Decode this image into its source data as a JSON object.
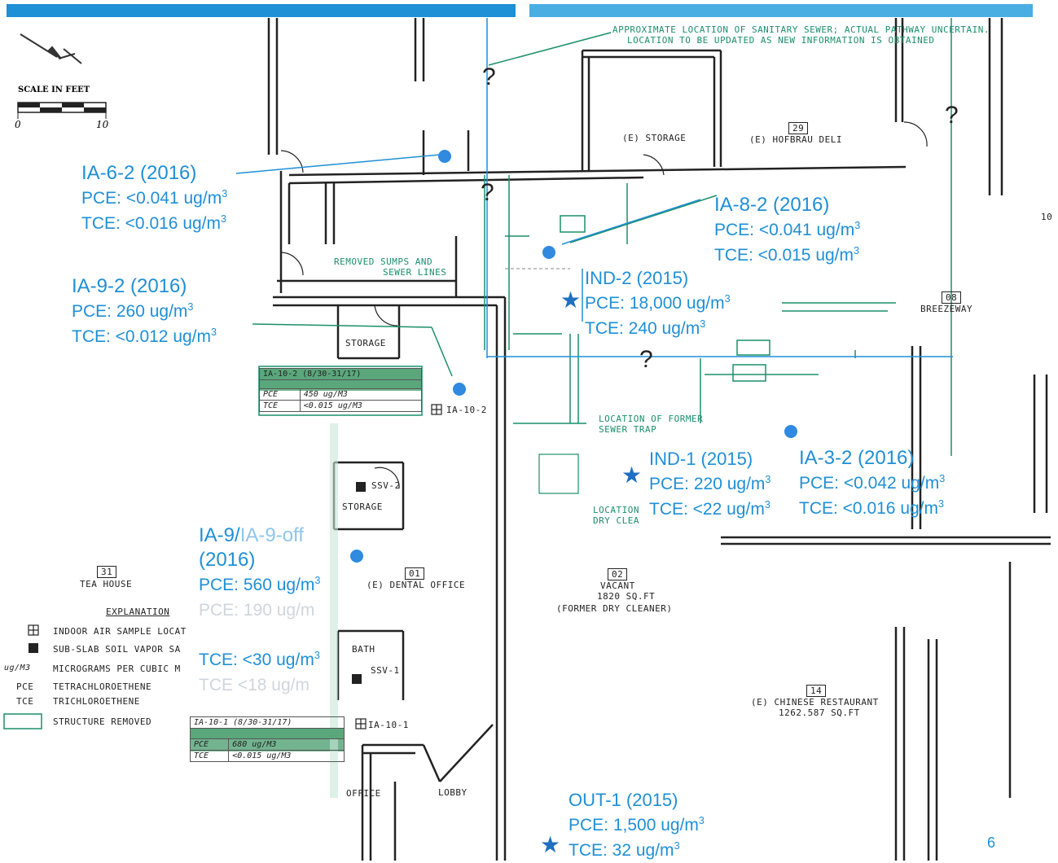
{
  "top_note": {
    "line1": "APPROXIMATE LOCATION OF SANITARY SEWER; ACTUAL PATHWAY UNCERTAIN.",
    "line2": "LOCATION TO BE UPDATED AS NEW INFORMATION IS OBTAINED"
  },
  "scale": {
    "title": "SCALE IN FEET",
    "start": "0",
    "end": "10"
  },
  "rooms": {
    "storage_top": "(E) STORAGE",
    "hofbrau_num": "29",
    "hofbrau": "(E) HOFBRAU DELI",
    "removed_sumps_1": "REMOVED SUMPS AND",
    "removed_sumps_2": "SEWER LINES",
    "storage_left": "STORAGE",
    "breezeway_num": "08",
    "breezeway": "BREEZEWAY",
    "sewer_trap_1": "LOCATION OF FORMER",
    "sewer_trap_2": "SEWER TRAP",
    "storage_mid": "STORAGE",
    "ssv2": "SSV-2",
    "tea_num": "31",
    "tea": "TEA HOUSE",
    "dental_num": "01",
    "dental": "(E) DENTAL OFFICE",
    "vacant_num": "02",
    "vacant": "VACANT",
    "vacant_sqft": "1820 SQ.FT",
    "vacant_former": "(FORMER DRY CLEANER)",
    "dry_clean_1": "LOCATION",
    "dry_clean_2": "DRY CLEA",
    "bath": "BATH",
    "ssv1": "SSV-1",
    "chinese_num": "14",
    "chinese": "(E) CHINESE RESTAURANT",
    "chinese_sqft": "1262.587 SQ.FT",
    "office": "OFFICE",
    "lobby": "LOBBY",
    "right_edge_num": "10",
    "ia10_2_tag": "IA-10-2",
    "ia10_1_tag": "IA-10-1"
  },
  "question_mark": "?",
  "sample_tables": [
    {
      "header": "IA-10-2 (8/30-31/17)",
      "rows": [
        [
          "PCE",
          "450 ug/M3"
        ],
        [
          "TCE",
          "<0.015 ug/M3"
        ]
      ]
    },
    {
      "header": "IA-10-1 (8/30-31/17)",
      "rows": [
        [
          "PCE",
          "680 ug/M3"
        ],
        [
          "TCE",
          "<0.015 ug/M3"
        ]
      ]
    }
  ],
  "legend": {
    "title": "EXPLANATION",
    "items": [
      {
        "code": "",
        "text": "INDOOR AIR SAMPLE LOCAT"
      },
      {
        "code": "",
        "text": "SUB-SLAB SOIL VAPOR SA"
      },
      {
        "code": "ug/M3",
        "text": "MICROGRAMS PER CUBIC M"
      },
      {
        "code": "PCE",
        "text": "TETRACHLOROETHENE"
      },
      {
        "code": "TCE",
        "text": "TRICHLOROETHENE"
      },
      {
        "code": "",
        "text": "STRUCTURE REMOVED"
      }
    ]
  },
  "samples": {
    "ia6": {
      "name": "IA-6-2 (2016)",
      "pce": "PCE: <0.041 ug/m",
      "tce": "TCE: <0.016 ug/m"
    },
    "ia8": {
      "name": "IA-8-2 (2016)",
      "pce": "PCE: <0.041 ug/m",
      "tce": "TCE: <0.015 ug/m"
    },
    "ia9": {
      "name": "IA-9-2 (2016)",
      "pce": "PCE: 260 ug/m",
      "tce": "TCE: <0.012 ug/m"
    },
    "ind2": {
      "name": "IND-2 (2015)",
      "pce": "PCE: 18,000 ug/m",
      "tce": "TCE: 240 ug/m"
    },
    "ind1": {
      "name": "IND-1 (2015)",
      "pce": "PCE: 220 ug/m",
      "tce": "TCE: <22 ug/m"
    },
    "ia3": {
      "name": "IA-3-2 (2016)",
      "pce": "PCE: <0.042 ug/m",
      "tce": "TCE: <0.016 ug/m"
    },
    "ia9off": {
      "name_a": "IA-9/",
      "name_b": "IA-9-off",
      "year": "(2016)",
      "pce": "PCE: 560 ug/m",
      "pce_faded": "PCE: 190 ug/m",
      "tce": "TCE: <30 ug/m",
      "tce_faded": "TCE <18 ug/m"
    },
    "out1": {
      "name": "OUT-1 (2015)",
      "pce": "PCE: 1,500 ug/m",
      "tce": "TCE: 32 ug/m"
    }
  },
  "cube": "3",
  "page_number": "6",
  "colors": {
    "accent": "#1f8fd6",
    "plan_green": "#1a8f6a",
    "star": "#1f6fc2"
  }
}
